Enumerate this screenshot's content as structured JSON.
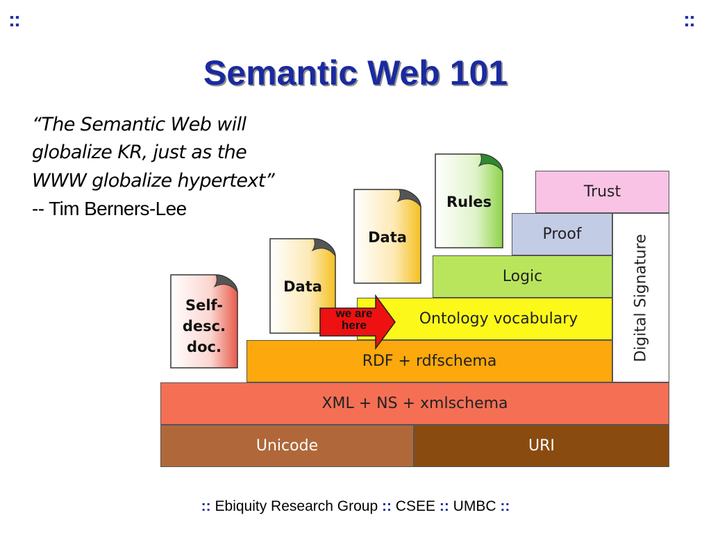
{
  "slide": {
    "corner_mark_left": "::",
    "corner_mark_right": "::",
    "title": "Semantic Web 101"
  },
  "quote": {
    "italic_text": "“The Semantic Web will globalize KR, just as the WWW globalize hypertext”",
    "attribution": " -- Tim Berners-Lee"
  },
  "layers": {
    "unicode": "Unicode",
    "uri": "URI",
    "xml": "XML + NS + xmlschema",
    "rdf": "RDF + rdfschema",
    "ontology": "Ontology vocabulary",
    "logic": "Logic",
    "proof": "Proof",
    "trust": "Trust",
    "signature": "Digital Signature"
  },
  "documents": {
    "selfdesc": [
      "Self-",
      "desc.",
      "doc."
    ],
    "data1": "Data",
    "data2": "Data",
    "rules": "Rules"
  },
  "arrow": {
    "line1": "we are",
    "line2": "here",
    "color": "#ee1111"
  },
  "footer": {
    "sep": "::",
    "group": " Ebiquity Research Group ",
    "dept": " CSEE ",
    "univ": " UMBC "
  },
  "colors": {
    "title": "#1a2aa0",
    "unicode": "#b0683a",
    "uri": "#8a4b10",
    "xml": "#f56f55",
    "rdf": "#fda80c",
    "ontology": "#fcf91a",
    "logic": "#b9e55d",
    "proof": "#c3cce5",
    "trust": "#f9c3e6",
    "selfdesc_doc": "#e85a4a",
    "data_doc": "#f5c021",
    "rules_doc": "#8fd34a"
  }
}
